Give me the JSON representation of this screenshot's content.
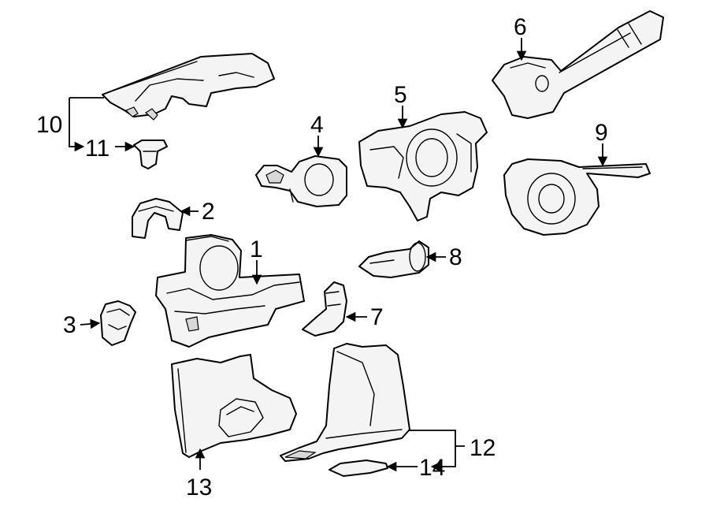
{
  "callouts": [
    {
      "id": "1",
      "label": "1"
    },
    {
      "id": "2",
      "label": "2"
    },
    {
      "id": "3",
      "label": "3"
    },
    {
      "id": "4",
      "label": "4"
    },
    {
      "id": "5",
      "label": "5"
    },
    {
      "id": "6",
      "label": "6"
    },
    {
      "id": "7",
      "label": "7"
    },
    {
      "id": "8",
      "label": "8"
    },
    {
      "id": "9",
      "label": "9"
    },
    {
      "id": "10",
      "label": "10"
    },
    {
      "id": "11",
      "label": "11"
    },
    {
      "id": "12",
      "label": "12"
    },
    {
      "id": "13",
      "label": "13"
    },
    {
      "id": "14",
      "label": "14"
    }
  ],
  "colors": {
    "line": "#000000",
    "part_fill": "#f4f4f4",
    "shade": "#d8d8d8",
    "background": "#ffffff"
  }
}
